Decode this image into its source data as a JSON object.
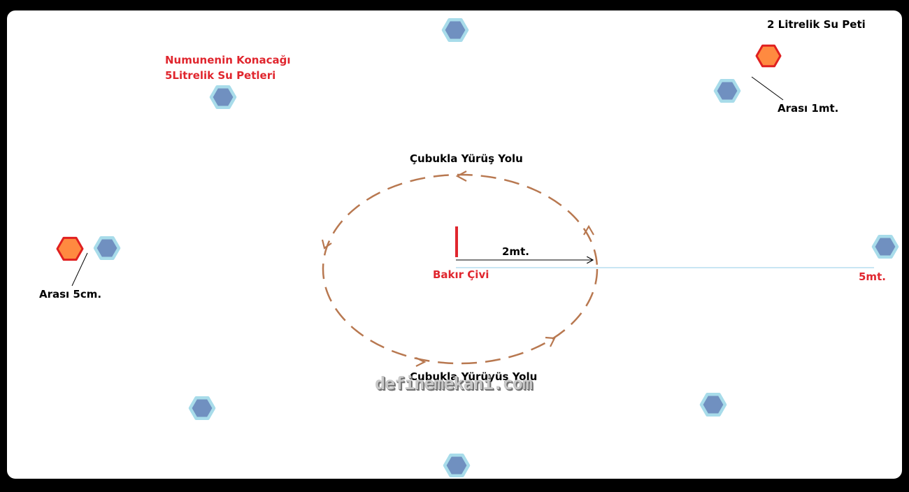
{
  "labels": {
    "sample_location": "Numunenin Konacağı",
    "five_litre_bottles": "5Litrelik Su Petleri",
    "two_litre_bottle": "2 Litrelik Su Peti",
    "gap_1m": "Arası 1mt.",
    "gap_5cm": "Arası 5cm.",
    "walk_path_top": "Çubukla Yürüş Yolu",
    "walk_path_bottom": "Cubukla Yürüyüş Yolu",
    "radius": "2mt.",
    "copper_nail": "Bakır Çivi",
    "distance_5m": "5mt.",
    "watermark": "definemekani.com"
  },
  "colors": {
    "big_bottle_fill": "#7090c0",
    "big_bottle_border": "#a8dcea",
    "small_bottle_fill": "#ff8a40",
    "small_bottle_border": "#e02020",
    "path": "#b87850",
    "nail": "#e0262e",
    "radius_line": "#a8d8ec"
  }
}
